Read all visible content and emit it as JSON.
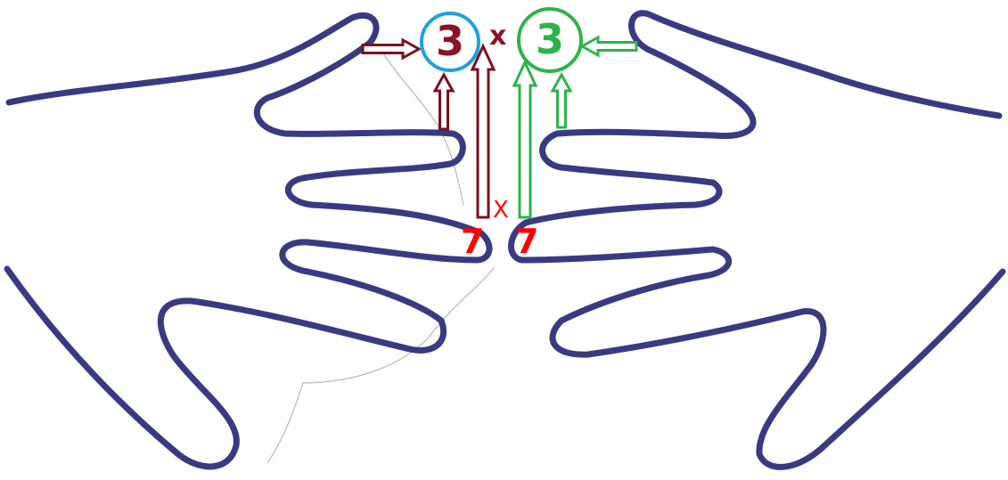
{
  "diagram": {
    "left_result_digit": "3",
    "right_result_digit": "3",
    "multiply_sign": "x",
    "finger_multiply_sign": "X",
    "left_finger_number": "7",
    "right_finger_number": "7"
  },
  "colors": {
    "hand_outline": "#3a3a82",
    "left_digit": "#8b1426",
    "right_digit": "#2eb34a",
    "left_circle": "#1fa0e0",
    "right_circle": "#2eb34a",
    "finger_numbers": "#ff0000"
  },
  "icons": {
    "left_hand": "hand-outline-icon",
    "right_hand": "hand-outline-icon",
    "arrow": "arrow-icon"
  }
}
